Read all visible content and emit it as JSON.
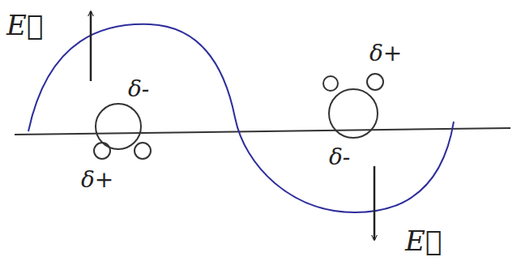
{
  "diagram": {
    "labels": [
      "E⃗",
      "δ-",
      "δ+",
      "δ+",
      "δ-",
      "E⃗"
    ]
  }
}
